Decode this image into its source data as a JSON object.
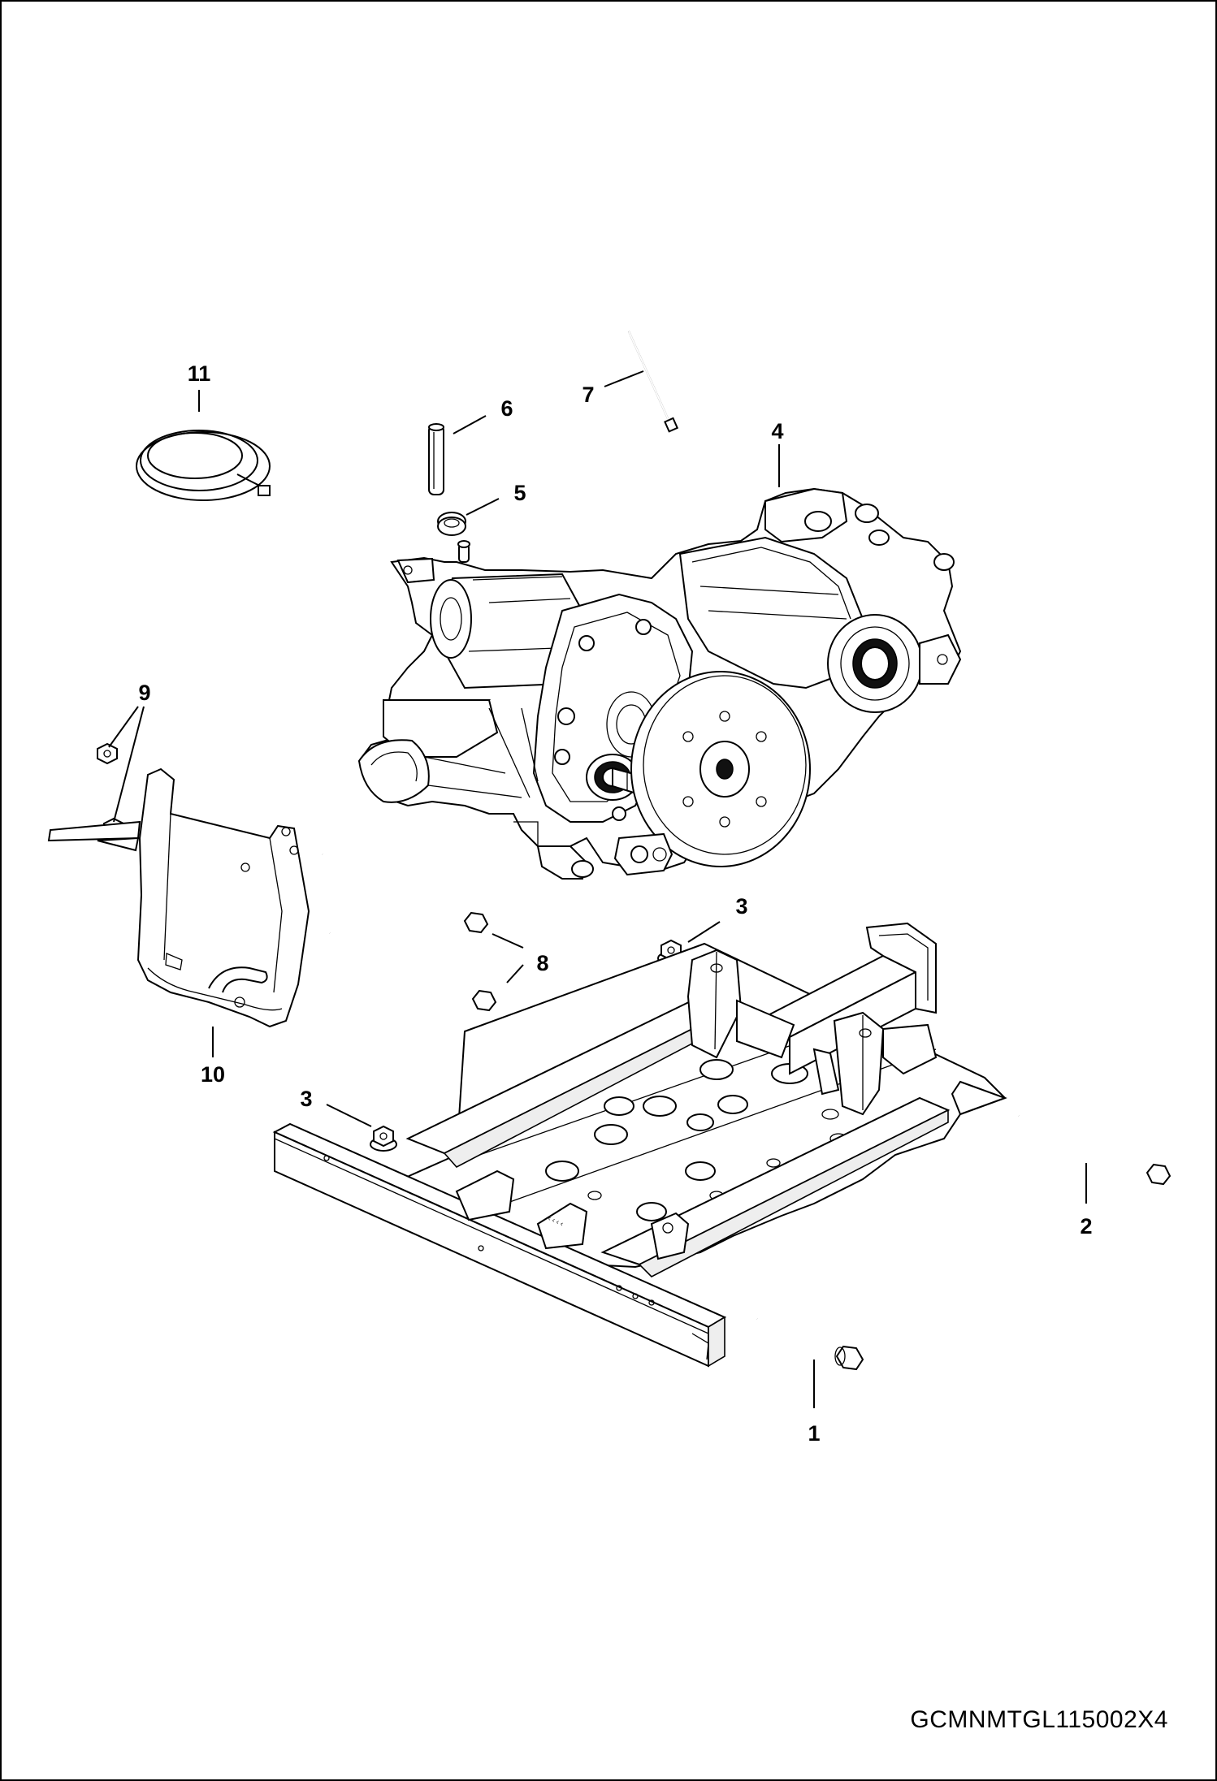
{
  "diagram": {
    "callouts": [
      {
        "id": "c1",
        "label": "1"
      },
      {
        "id": "c2",
        "label": "2"
      },
      {
        "id": "c3a",
        "label": "3"
      },
      {
        "id": "c3b",
        "label": "3"
      },
      {
        "id": "c4",
        "label": "4"
      },
      {
        "id": "c5",
        "label": "5"
      },
      {
        "id": "c6",
        "label": "6"
      },
      {
        "id": "c7",
        "label": "7"
      },
      {
        "id": "c8",
        "label": "8"
      },
      {
        "id": "c9",
        "label": "9"
      },
      {
        "id": "c10",
        "label": "10"
      },
      {
        "id": "c11",
        "label": "11"
      }
    ],
    "drawing_id": "GCMNMTGL115002X4"
  }
}
